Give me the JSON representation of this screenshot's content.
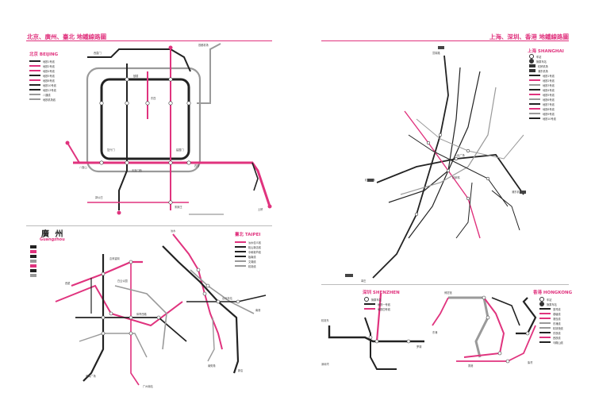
{
  "left_page": {
    "title": "北京、廣州、臺北 地鐵線路圖",
    "beijing": {
      "label": "北京 BEIJING",
      "legend": [
        "地铁1号线",
        "地铁2号线",
        "地铁4号线",
        "地铁5号线",
        "地铁8号线",
        "地铁10号线",
        "地铁13号线",
        "八通线",
        "地铁机场线"
      ]
    },
    "guangzhou": {
      "label": "廣 州",
      "sublabel": "Guangzhou"
    },
    "taipei": {
      "label": "臺北 TAIPEI",
      "legend": [
        "淡水信义线",
        "松山新店线",
        "中和新芦线",
        "板南线",
        "文湖线",
        "机场线"
      ]
    }
  },
  "right_page": {
    "title": "上海、深圳、香港 地鐵線路圖",
    "shanghai": {
      "label": "上海 SHANGHAI",
      "legend": [
        "车站",
        "换乘车站",
        "虹桥机场",
        "浦东机场",
        "地铁1号线",
        "地铁2号线",
        "地铁3号线",
        "地铁4号线",
        "地铁5号线",
        "地铁6号线",
        "地铁7号线",
        "地铁8号线",
        "地铁9号线",
        "地铁10号线"
      ]
    },
    "shenzhen": {
      "label": "深圳 SHENZHEN",
      "legend": [
        "换乘车站",
        "地铁一号线",
        "地铁四号线"
      ]
    },
    "hongkong": {
      "label": "香港 HONGKONG",
      "legend": [
        "车站",
        "换乘车站",
        "荃湾线",
        "观塘线",
        "港岛线",
        "东涌线",
        "机场快线",
        "东铁线",
        "西铁线",
        "马鞍山线"
      ]
    }
  },
  "colors": {
    "accent": "#e0337e",
    "line_dark": "#222222",
    "line_grey": "#9a9a9a",
    "spine": "#8fd0d8"
  }
}
